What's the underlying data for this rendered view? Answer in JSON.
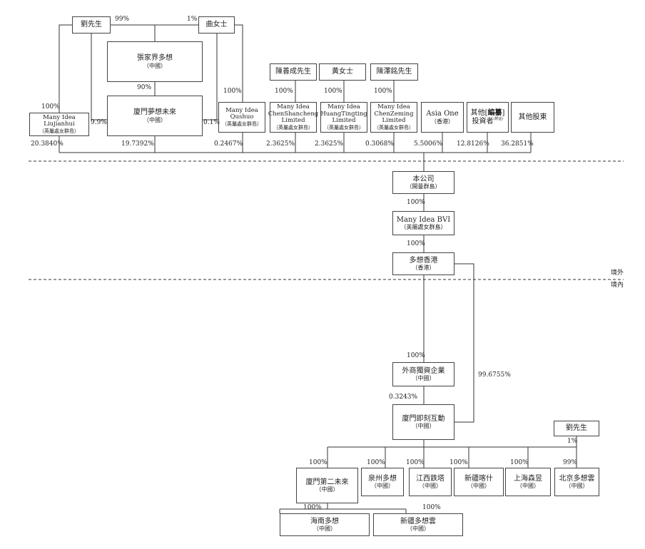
{
  "nodes": {
    "liu": "劉先生",
    "qu": "曲女士",
    "zjj": "張家界多想",
    "zjj_sub": "（中國）",
    "xmmx": "廈門夢想未來",
    "xmmx_sub": "（中國）",
    "mil_name": "Many Idea Liujianhui",
    "mil_sub": "（英屬處女群島）",
    "miq_name": "Many Idea Qushuo",
    "miq_sub": "（英屬處女群島）",
    "chen_xc": "陳善成先生",
    "huang": "黃女士",
    "chen_zm": "陳澤銘先生",
    "mics_name": "Many Idea ChenShancheng Limited",
    "mics_sub": "（英屬處女群島）",
    "miht_name": "Many Idea HuangTingting Limited",
    "miht_sub": "（英屬處女群島）",
    "micz_name": "Many Idea ChenZeming Limited",
    "micz_sub": "（英屬處女群島）",
    "asia_name": "Asia One",
    "asia_sub": "（香港）",
    "other_inv_1": "其他[",
    "other_inv_2": "編纂",
    "other_inv_3": "]",
    "other_inv_4": "投資者",
    "other_inv_note": "(附註)",
    "other_sh": "其他股東",
    "company": "本公司",
    "company_sub": "（開曼群島）",
    "bvi_name": "Many Idea BVI",
    "bvi_sub": "（英屬處女群島）",
    "dxhk": "多想香港",
    "dxhk_sub": "（香港）",
    "wfoe": "外商獨資企業",
    "wfoe_sub": "（中國）",
    "xmjk": "廈門即刻互動",
    "xmjk_sub": "（中國）",
    "liu2": "劉先生",
    "xm2": "廈門第二未來",
    "xm2_sub": "（中國）",
    "qz": "泉州多想",
    "qz_sub": "（中國）",
    "jx": "江西鉄塔",
    "jx_sub": "（中國）",
    "xjks": "新疆喀什",
    "xjks_sub": "（中國）",
    "sh": "上海森昱",
    "sh_sub": "（中國）",
    "bj": "北京多想雲",
    "bj_sub": "（中國）",
    "hn": "海南多想",
    "hn_sub": "（中國）",
    "xjdx": "新疆多想雲",
    "xjdx_sub": "（中國）"
  },
  "percentages": {
    "liu_zjj": "99%",
    "qu_zjj": "1%",
    "zjj_xmmx": "90%",
    "liu_mil": "100%",
    "liu_xmmx": "9.9%",
    "qu_xmmx": "0.1%",
    "qu_miq": "100%",
    "chen_xc": "100%",
    "huang": "100%",
    "chen_zm": "100%",
    "mil_co": "20.3840%",
    "xmmx_co": "19.7392%",
    "miq_co": "0.2467%",
    "mics_co": "2.3625%",
    "miht_co": "2.3625%",
    "micz_co": "0.3068%",
    "asia_co": "5.5006%",
    "otherinv_co": "12.8126%",
    "othersh_co": "36.2851%",
    "co_bvi": "100%",
    "bvi_dxhk": "100%",
    "dxhk_wfoe": "100%",
    "dxhk_xmjk": "99.6755%",
    "wfoe_xmjk": "0.3243%",
    "liu2_bj": "1%",
    "xm2": "100%",
    "qz": "100%",
    "jx": "100%",
    "xjks": "100%",
    "sh": "100%",
    "bj": "99%",
    "hn": "100%",
    "xjdx": "100%"
  },
  "zones": {
    "offshore": "境外",
    "onshore": "境內"
  }
}
